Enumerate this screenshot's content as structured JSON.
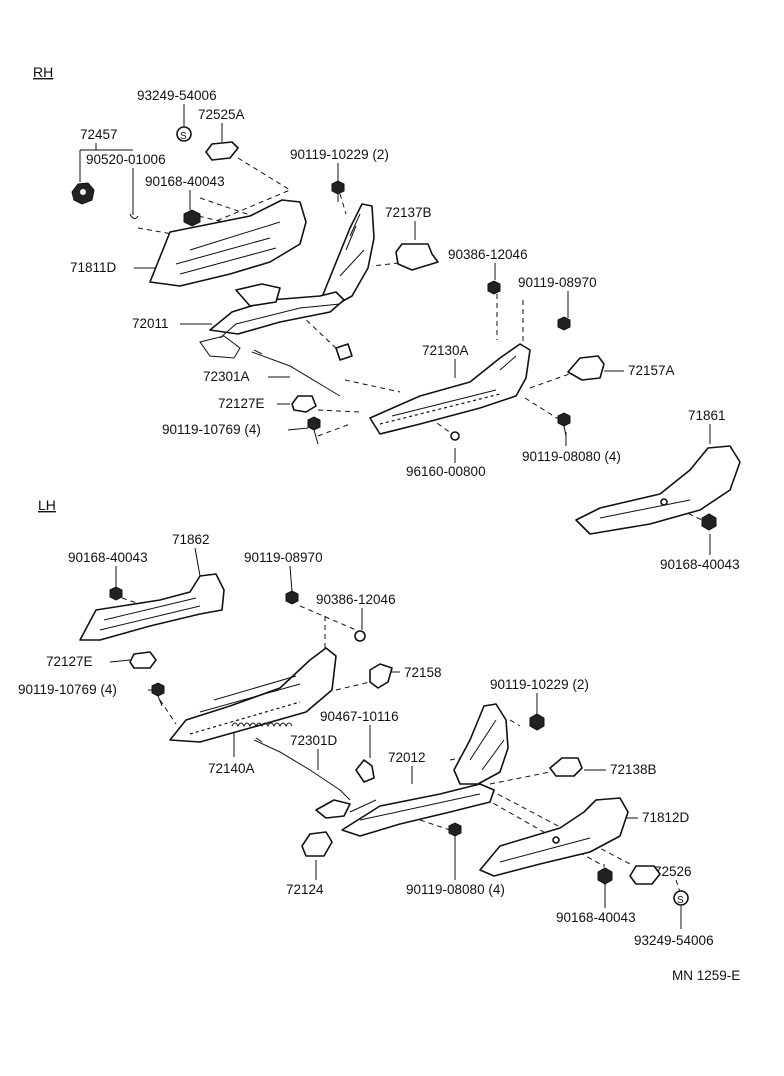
{
  "sections": {
    "rh": "RH",
    "lh": "LH"
  },
  "labels": {
    "rh_93249_54006": "93249-54006",
    "rh_72525A": "72525A",
    "rh_72457": "72457",
    "rh_90520_01006": "90520-01006",
    "rh_90168_40043": "90168-40043",
    "rh_90119_10229": "90119-10229 (2)",
    "rh_72137B": "72137B",
    "rh_90386_12046": "90386-12046",
    "rh_90119_08970": "90119-08970",
    "rh_71811D": "71811D",
    "rh_72011": "72011",
    "rh_72130A": "72130A",
    "rh_72157A": "72157A",
    "rh_72301A": "72301A",
    "rh_72127E": "72127E",
    "rh_90119_10769": "90119-10769 (4)",
    "rh_90119_08080": "90119-08080 (4)",
    "rh_96160_00800": "96160-00800",
    "rh_71861": "71861",
    "rh_90168_40043b": "90168-40043",
    "lh_71862": "71862",
    "lh_90168_40043": "90168-40043",
    "lh_90119_08970": "90119-08970",
    "lh_90386_12046": "90386-12046",
    "lh_72127E": "72127E",
    "lh_72158": "72158",
    "lh_90119_10769": "90119-10769 (4)",
    "lh_90119_10229": "90119-10229 (2)",
    "lh_90467_10116": "90467-10116",
    "lh_72301D": "72301D",
    "lh_72140A": "72140A",
    "lh_72012": "72012",
    "lh_72138B": "72138B",
    "lh_71812D": "71812D",
    "lh_72124": "72124",
    "lh_90119_08080": "90119-08080 (4)",
    "lh_72526": "72526",
    "lh_90168_40043b": "90168-40043",
    "lh_93249_54006": "93249-54006"
  },
  "footer": {
    "code": "MN 1259-E"
  }
}
